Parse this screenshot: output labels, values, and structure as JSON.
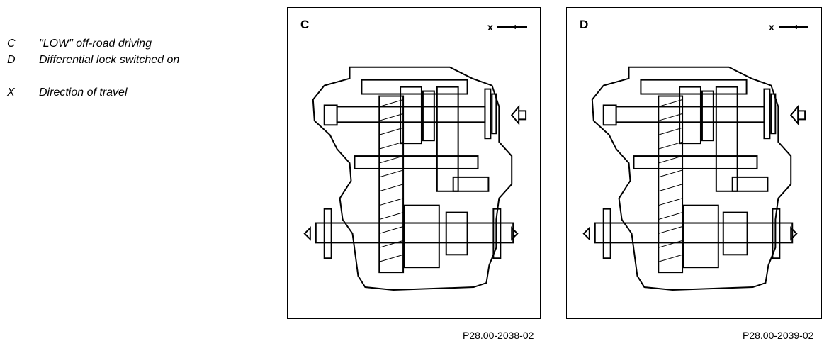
{
  "legend": [
    {
      "key": "C",
      "text": "\"LOW\" off-road driving"
    },
    {
      "key": "D",
      "text": "Differential lock switched on"
    },
    {
      "key": "X",
      "text": "Direction of travel"
    }
  ],
  "panels": [
    {
      "letter": "C",
      "direction_label": "x",
      "figure_ref": "P28.00-2038-02"
    },
    {
      "letter": "D",
      "direction_label": "x",
      "figure_ref": "P28.00-2039-02"
    }
  ]
}
